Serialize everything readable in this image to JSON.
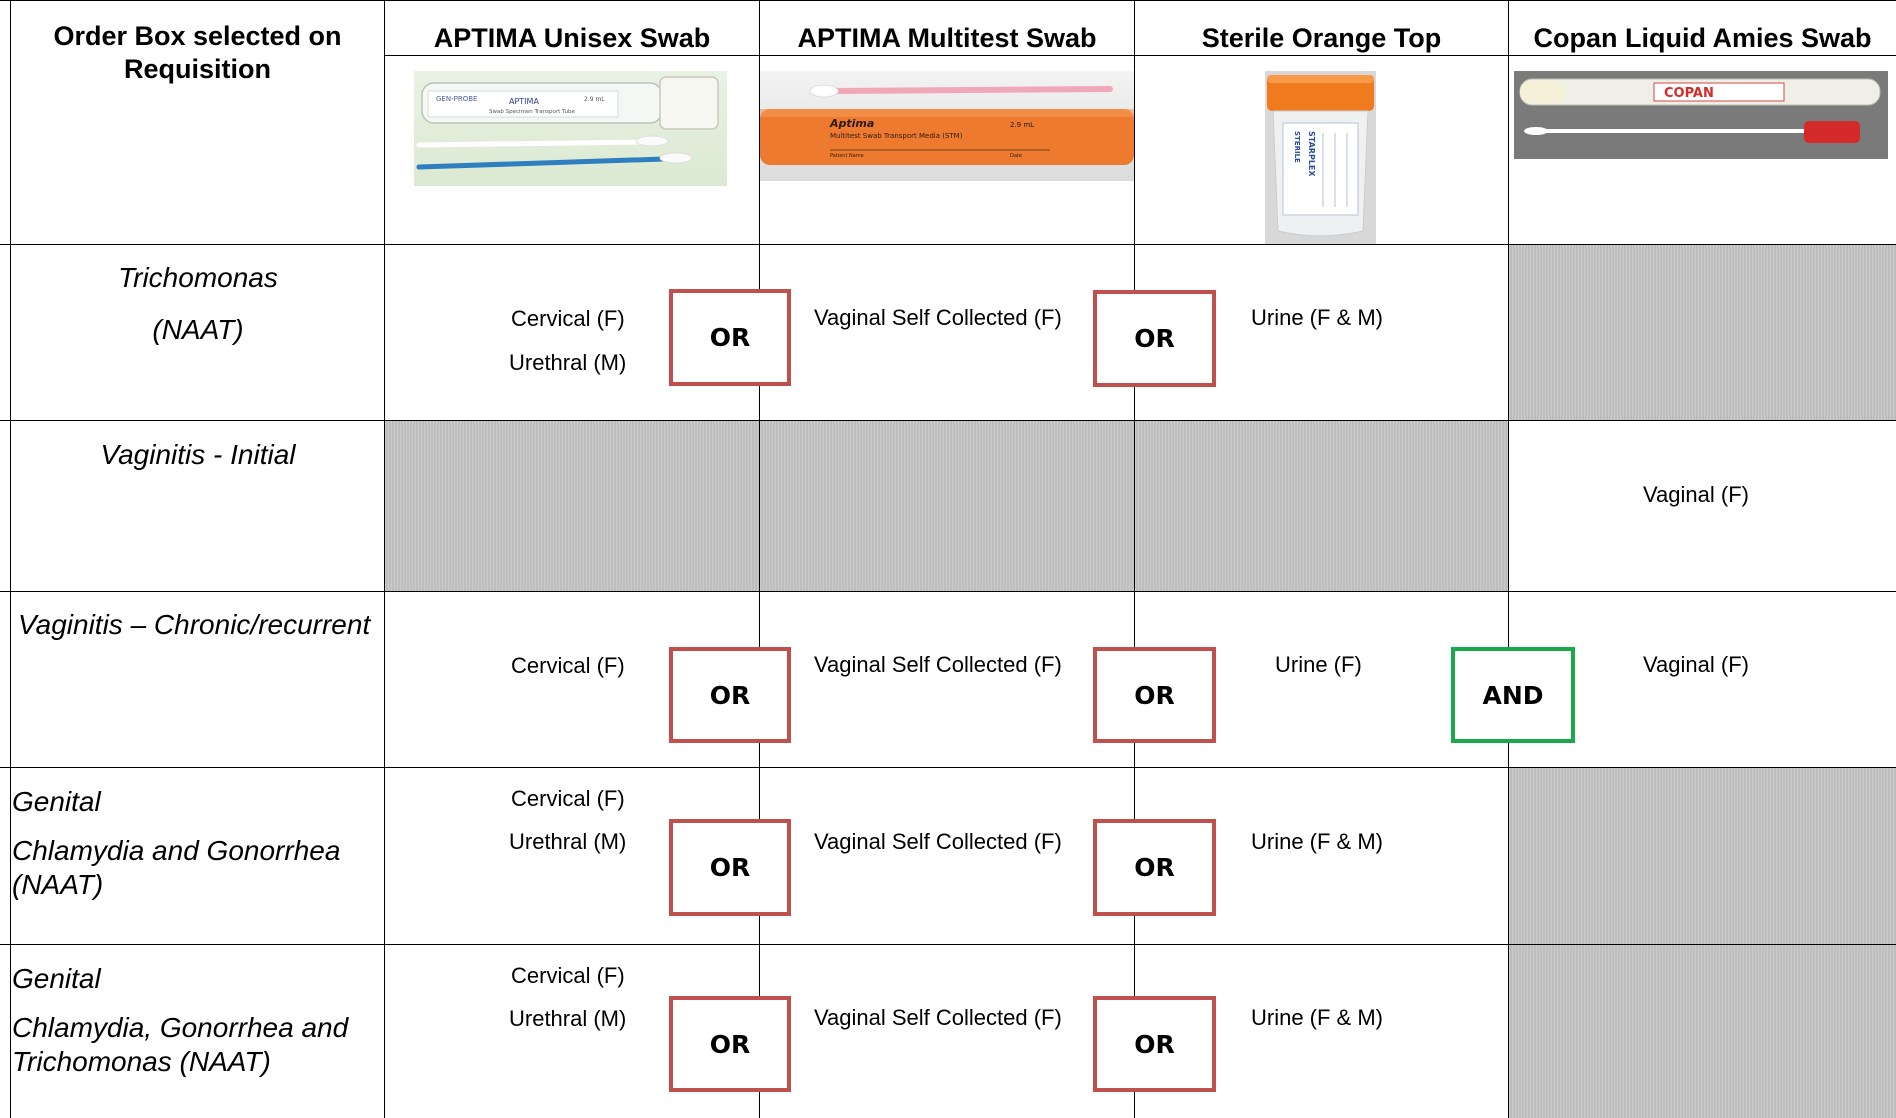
{
  "header": {
    "corner": "Order Box selected on Requisition",
    "columns": [
      "APTIMA Unisex Swab",
      "APTIMA Multitest Swab",
      "Sterile Orange Top",
      "Copan Liquid Amies Swab"
    ]
  },
  "images": {
    "unisex": {
      "brand": "GEN-PROBE",
      "name": "APTIMA",
      "volume": "2.9 mL",
      "caption": "Swab Specimen Transport Tube"
    },
    "multitest": {
      "brand": "Aptima",
      "volume": "2.9 mL",
      "caption": "Multitest Swab Transport Media (STM)",
      "field1": "Patient Name",
      "field2": "Date"
    },
    "orange_top": {
      "label1": "STERILE",
      "label2": "STARPLEX"
    },
    "copan": {
      "brand": "COPAN"
    }
  },
  "rows": [
    {
      "label_lines": [
        "Trichomonas",
        "(NAAT)"
      ],
      "unisex": [
        "Cervical (F)",
        "Urethral (M)"
      ],
      "multitest": [
        "Vaginal Self Collected (F)"
      ],
      "orange": [
        "Urine (F & M)"
      ],
      "copan": [],
      "op1": "OR",
      "op2": "OR"
    },
    {
      "label_lines": [
        "Vaginitis - Initial"
      ],
      "copan": [
        "Vaginal (F)"
      ]
    },
    {
      "label_lines": [
        "Vaginitis – Chronic/recurrent"
      ],
      "unisex": [
        "Cervical (F)"
      ],
      "multitest": [
        "Vaginal Self Collected (F)"
      ],
      "orange": [
        "Urine (F)"
      ],
      "copan": [
        "Vaginal (F)"
      ],
      "op1": "OR",
      "op2": "OR",
      "op3": "AND"
    },
    {
      "label_lines": [
        "Genital",
        "Chlamydia  and Gonorrhea",
        "(NAAT)"
      ],
      "unisex": [
        "Cervical (F)",
        "Urethral (M)"
      ],
      "multitest": [
        "Vaginal Self Collected (F)"
      ],
      "orange": [
        "Urine (F & M)"
      ],
      "op1": "OR",
      "op2": "OR"
    },
    {
      "label_lines": [
        "Genital",
        "Chlamydia, Gonorrhea and",
        "Trichomonas (NAAT)"
      ],
      "unisex": [
        "Cervical (F)",
        "Urethral (M)"
      ],
      "multitest": [
        "Vaginal Self Collected (F)"
      ],
      "orange": [
        "Urine (F & M)"
      ],
      "op1": "OR",
      "op2": "OR"
    }
  ],
  "colors": {
    "or_border": "#c0504d",
    "and_border": "#1aa84a",
    "shade": "#bdbdbd"
  }
}
